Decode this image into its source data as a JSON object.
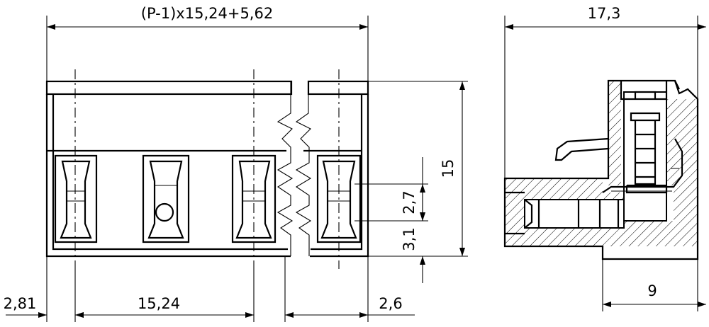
{
  "dimensions": {
    "overall_width": "(P-1)x15,24+5,62",
    "side_depth": "17,3",
    "height": "15",
    "pin_to_slot": "2,7",
    "slot_offset": "3,1",
    "edge_offset": "2,81",
    "pitch": "15,24",
    "right_offset": "2,6",
    "side_base": "9"
  }
}
